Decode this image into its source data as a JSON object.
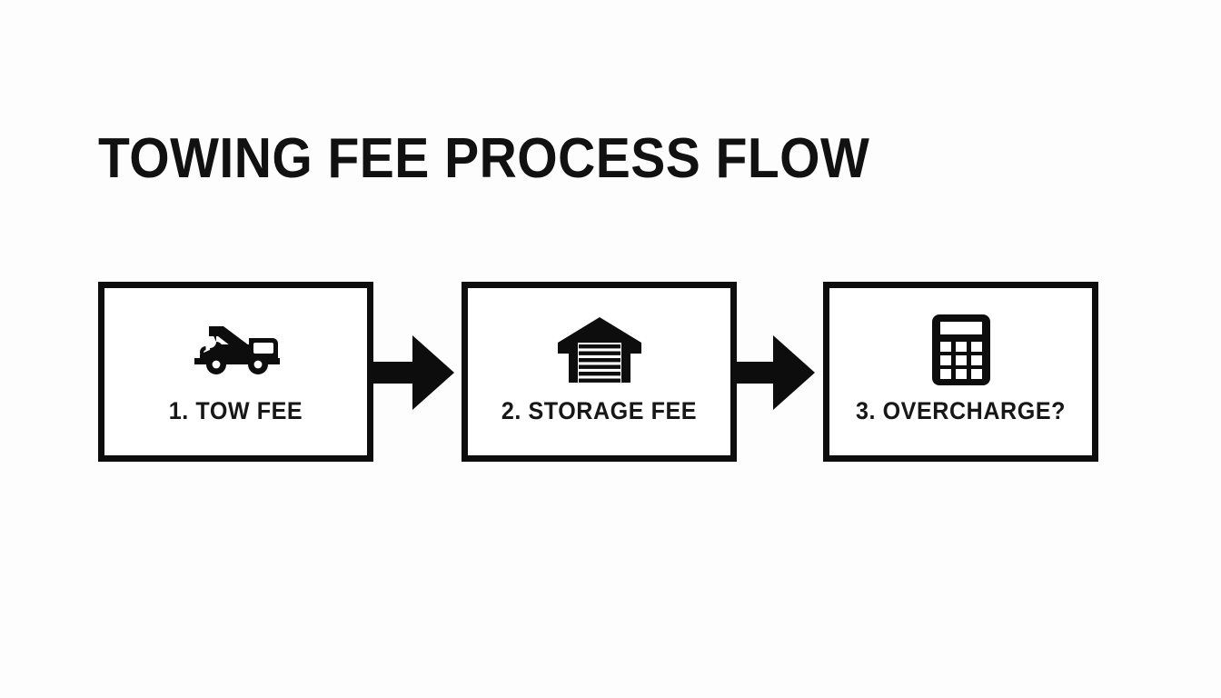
{
  "page": {
    "title": "TOWING FEE PROCESS FLOW",
    "background_color": "#fdfdfd",
    "ink_color": "#0d0d0d"
  },
  "flow": {
    "steps": [
      {
        "label": "1. TOW FEE",
        "number": "1",
        "name": "tow-fee",
        "icon": "tow-truck-icon"
      },
      {
        "label": "2. STORAGE FEE",
        "number": "2",
        "name": "storage-fee",
        "icon": "garage-warehouse-icon"
      },
      {
        "label": "3. OVERCHARGE?",
        "number": "3",
        "name": "overcharge",
        "icon": "calculator-icon"
      }
    ],
    "connectors": [
      {
        "name": "arrow-step1-to-step2",
        "icon": "arrow-right-icon"
      },
      {
        "name": "arrow-step2-to-step3",
        "icon": "arrow-right-icon"
      }
    ]
  },
  "chart_data": {
    "type": "diagram",
    "diagram_type": "horizontal process flow",
    "title": "TOWING FEE PROCESS FLOW",
    "nodes": [
      {
        "id": 1,
        "label": "1. TOW FEE",
        "icon": "tow truck"
      },
      {
        "id": 2,
        "label": "2. STORAGE FEE",
        "icon": "garage / warehouse"
      },
      {
        "id": 3,
        "label": "3. OVERCHARGE?",
        "icon": "calculator"
      }
    ],
    "edges": [
      {
        "from": 1,
        "to": 2,
        "style": "solid block arrow pointing right"
      },
      {
        "from": 2,
        "to": 3,
        "style": "solid block arrow pointing right"
      }
    ],
    "legend": [],
    "palette": {
      "ink": "#0d0d0d",
      "background": "#fdfdfd",
      "box_fill": "#ffffff"
    }
  }
}
